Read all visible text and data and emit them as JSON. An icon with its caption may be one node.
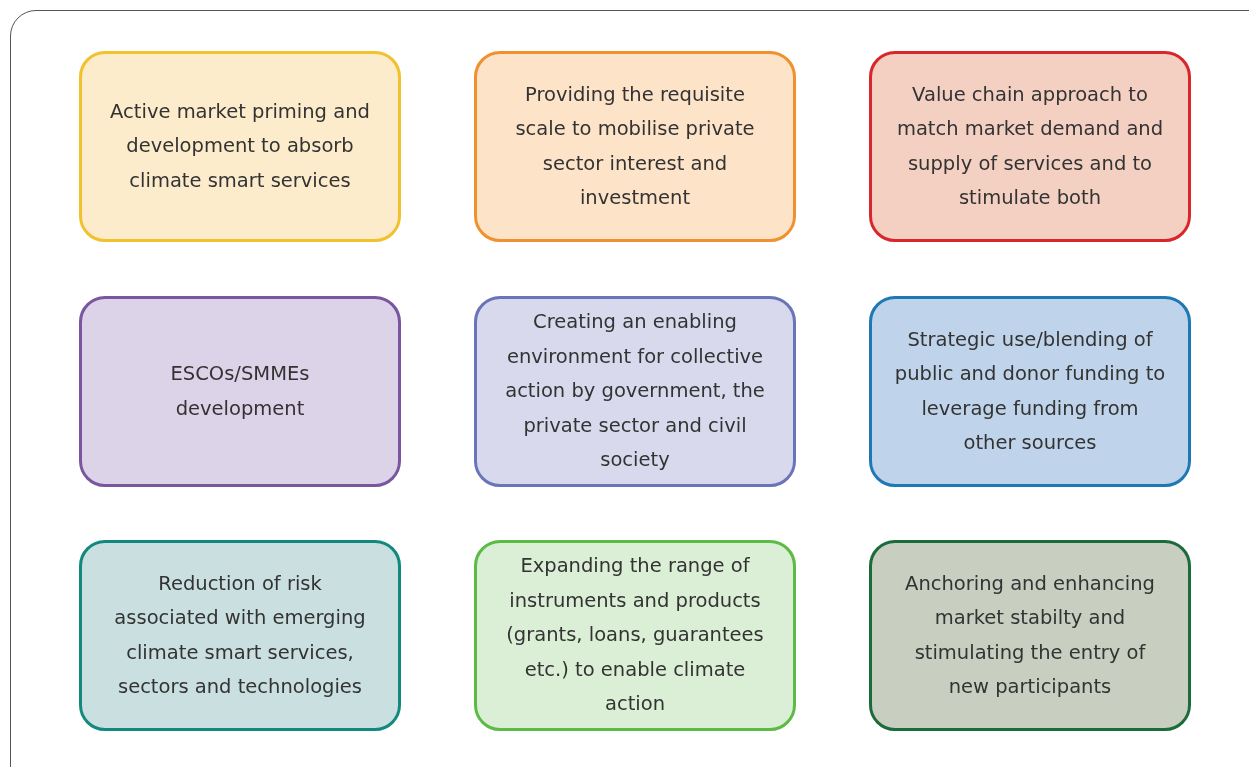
{
  "diagram": {
    "nodes": [
      {
        "text": [
          "Active market priming and development to absorb climate smart services"
        ]
      },
      {
        "text": [
          "Providing the requisite scale to mobilise private sector interest and investment"
        ]
      },
      {
        "text": [
          "Value chain approach to match market demand and supply of services and to stimulate both"
        ]
      },
      {
        "text": [
          "ESCOs/SMMEs development"
        ]
      },
      {
        "text": [
          "Creating an enabling environment for collective action by government, the private sector and civil society"
        ]
      },
      {
        "text": [
          "Strategic use/blending of public and donor funding to leverage funding from other sources"
        ]
      },
      {
        "text": [
          "Reduction of risk associated with emerging climate smart services, sectors and technologies"
        ]
      },
      {
        "text": [
          "Expanding the range of instruments and products (grants, loans, guarantees etc.) to enable climate action"
        ]
      },
      {
        "text": [
          "Anchoring and enhancing market stabilty and stimulating the entry of new participants"
        ]
      }
    ]
  }
}
